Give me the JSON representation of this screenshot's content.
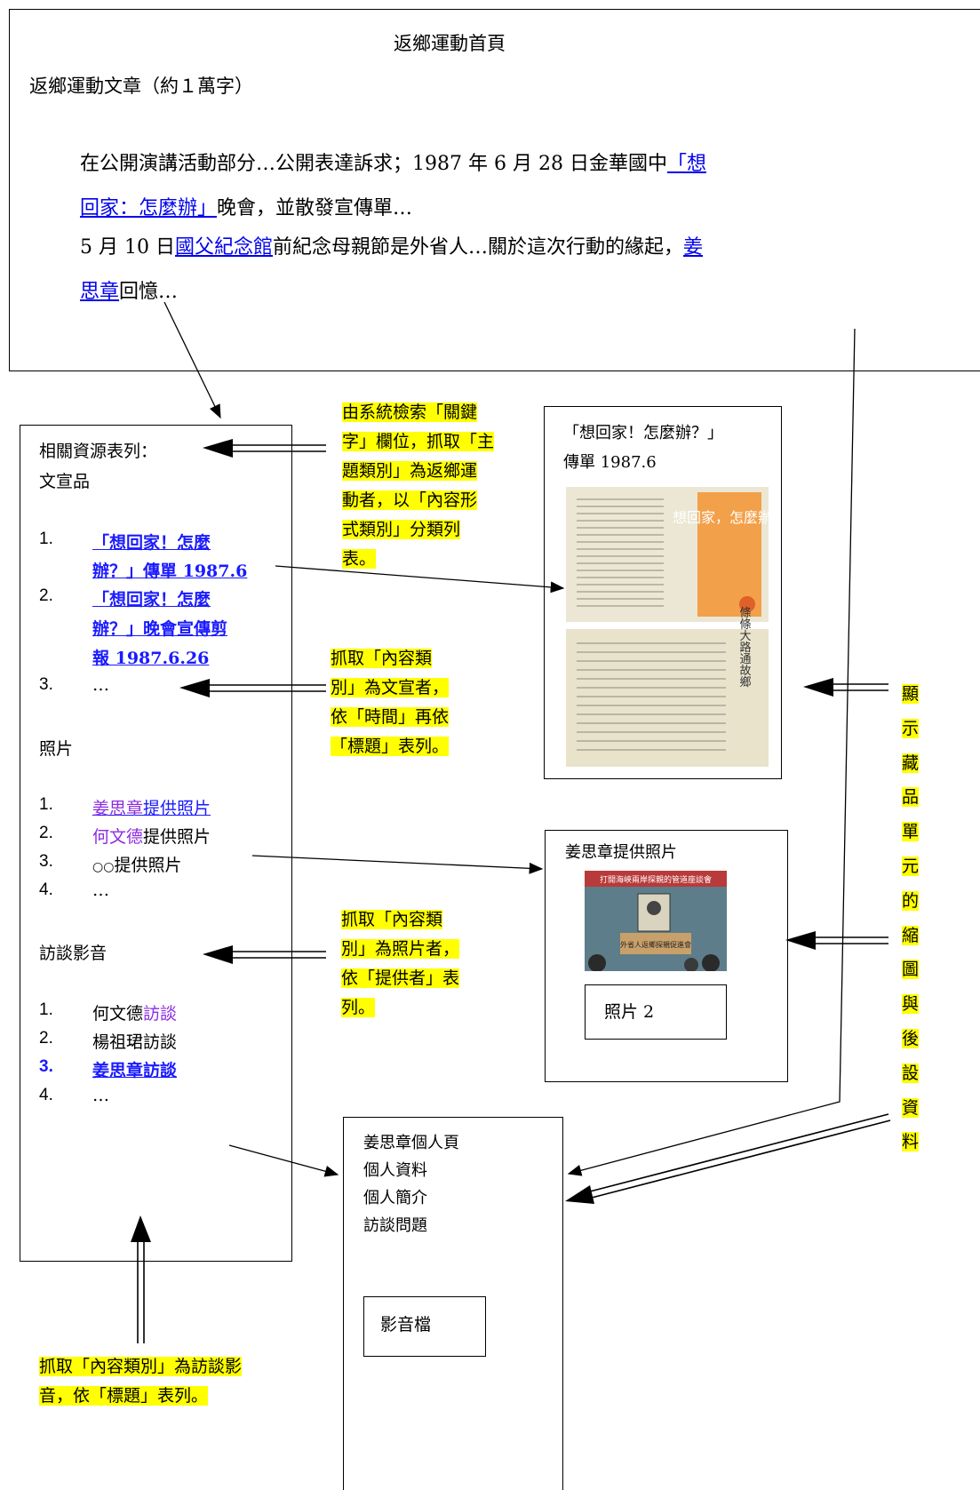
{
  "homepage": {
    "title": "返鄉運動首頁",
    "article_heading": "返鄉運動文章（約１萬字）",
    "p1_pre": "在公開演講活動部分…公開表達訴求；1987 年 6 月 28 日金華國中",
    "p1_link_a": "「想",
    "p1_link_b": "回家：怎麼辦」",
    "p1_post": "晚會，並散發宣傳單…",
    "p2_pre": "5 月 10 日",
    "p2_link1": "國父紀念館",
    "p2_mid": "前紀念母親節是外省人…關於這次行動的緣起，",
    "p2_link2_a": "姜",
    "p2_link2_b": "思章",
    "p2_post": "回憶…"
  },
  "resource_list": {
    "heading": "相關資源表列：",
    "sections": [
      {
        "title": "文宣品",
        "items": [
          {
            "num": "1.",
            "lines": [
              "「想回家！怎麼",
              "辦？」傳單 1987.6"
            ]
          },
          {
            "num": "2.",
            "lines": [
              "「想回家！怎麼",
              "辦？」晚會宣傳剪",
              "報 1987.6.26"
            ]
          },
          {
            "num": "3.",
            "lines": [
              "…"
            ]
          }
        ]
      },
      {
        "title": "照片",
        "items": [
          {
            "num": "1.",
            "name": "姜思章",
            "rest": "提供照片"
          },
          {
            "num": "2.",
            "name": "何文德",
            "rest": "提供照片"
          },
          {
            "num": "3.",
            "name": "○○",
            "rest": "提供照片"
          },
          {
            "num": "4.",
            "name": "…",
            "rest": ""
          }
        ]
      },
      {
        "title": "訪談影音",
        "items": [
          {
            "num": "1.",
            "name": "何文德",
            "rest": "訪談"
          },
          {
            "num": "2.",
            "name": "楊祖珺訪談",
            "rest": ""
          },
          {
            "num": "3.",
            "name": "姜思章訪談",
            "rest": ""
          },
          {
            "num": "4.",
            "name": "…",
            "rest": ""
          }
        ]
      }
    ]
  },
  "notes": {
    "keyword": [
      "由系統檢索「關鍵",
      "字」欄位，抓取「主",
      "題類別」為返鄉運",
      "動者，以「內容形",
      "式類別」分類列",
      "表。"
    ],
    "propaganda": [
      "抓取「內容類",
      "別」為文宣者，",
      "依「時間」再依",
      "「標題」表列。"
    ],
    "photo": [
      "抓取「內容類",
      "別」為照片者，",
      "依「提供者」表",
      "列。"
    ],
    "interview": [
      "抓取「內容類別」為訪談影",
      "音，依「標題」表列。"
    ],
    "right": [
      "顯",
      "示",
      "藏",
      "品",
      "單",
      "元",
      "的",
      "縮",
      "圖",
      "與",
      "後",
      "設",
      "資",
      "料"
    ]
  },
  "flyer": {
    "caption_line1": "「想回家！怎麼辦？」",
    "caption_line2": "傳單 1987.6",
    "image_title": "想回家，怎麼辦？",
    "image_lower": "條條大路通故鄉"
  },
  "photo_box": {
    "caption": "姜思章提供照片",
    "banner": "打開海峽兩岸探親的管道座談會",
    "podium": "外省人返鄉探親促進會",
    "label": "照片 2"
  },
  "person": {
    "lines": [
      "姜思章個人頁",
      "個人資料",
      "個人簡介",
      "訪談問題"
    ],
    "media": "影音檔"
  },
  "colors": {
    "highlight": "#ffff00",
    "link": "#0000ee",
    "bold_link": "#1a1aff",
    "purple": "#8b2be2"
  }
}
